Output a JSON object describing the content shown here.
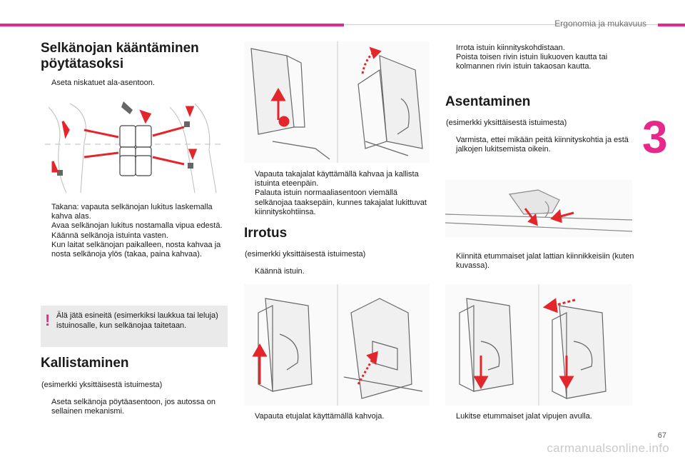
{
  "header": {
    "section": "Ergonomia ja mukavuus",
    "chapter": "3",
    "page": "67"
  },
  "watermark": "carmanualsonline.info",
  "col1": {
    "title1": "Selkänojan kääntäminen",
    "title2": "pöytätasoksi",
    "b1": "Aseta niskatuet ala-asentoon.",
    "list": [
      "Takana: vapauta selkänojan lukitus laskemalla kahva alas.",
      "Avaa selkänojan lukitus nostamalla vipua edestä.",
      "Käännä selkänoja istuinta vasten.",
      "Kun laitat selkänojan paikalleen, nosta kahvaa ja nosta selkänoja ylös (takaa, paina kahvaa)."
    ],
    "warning": "Älä jätä esineitä (esimerkiksi laukkua tai leluja) istuinosalle, kun selkänojaa taitetaan.",
    "warning_mark": "!",
    "kallistaminen_title": "Kallistaminen",
    "kallistaminen_sub": "(esimerkki yksittäisestä istuimesta)",
    "kallistaminen_b": "Aseta selkänoja pöytäasentoon, jos autossa on sellainen mekanismi."
  },
  "col2": {
    "list": [
      "Vapauta takajalat käyttämällä kahvaa ja kallista istuinta eteenpäin.",
      "Palauta istuin normaaliasentoon viemällä selkänojaa taaksepäin, kunnes takajalat lukittuvat kiinnityskohtiinsa."
    ],
    "irrotus_title": "Irrotus",
    "irrotus_sub": "(esimerkki yksittäisestä istuimesta)",
    "irrotus_b": "Käännä istuin.",
    "bottom_b": "Vapauta etujalat käyttämällä kahvoja."
  },
  "col3": {
    "list": [
      "Irrota istuin kiinnityskohdistaan.",
      "Poista toisen rivin istuin liukuoven kautta tai kolmannen rivin istuin takaosan kautta."
    ],
    "asentaminen_title": "Asentaminen",
    "asentaminen_sub": "(esimerkki yksittäisestä istuimesta)",
    "asentaminen_b": "Varmista, ettei mikään peitä kiinnityskohtia ja estä jalkojen lukitsemista oikein.",
    "kiinnita_b": "Kiinnitä etummaiset jalat lattian kiinnikkeisiin (kuten kuvassa).",
    "bottom_b": "Lukitse etummaiset jalat vipujen avulla."
  },
  "bullet_glyph": "",
  "colors": {
    "accent": "#e8278c",
    "arrow": "#e3262b"
  }
}
